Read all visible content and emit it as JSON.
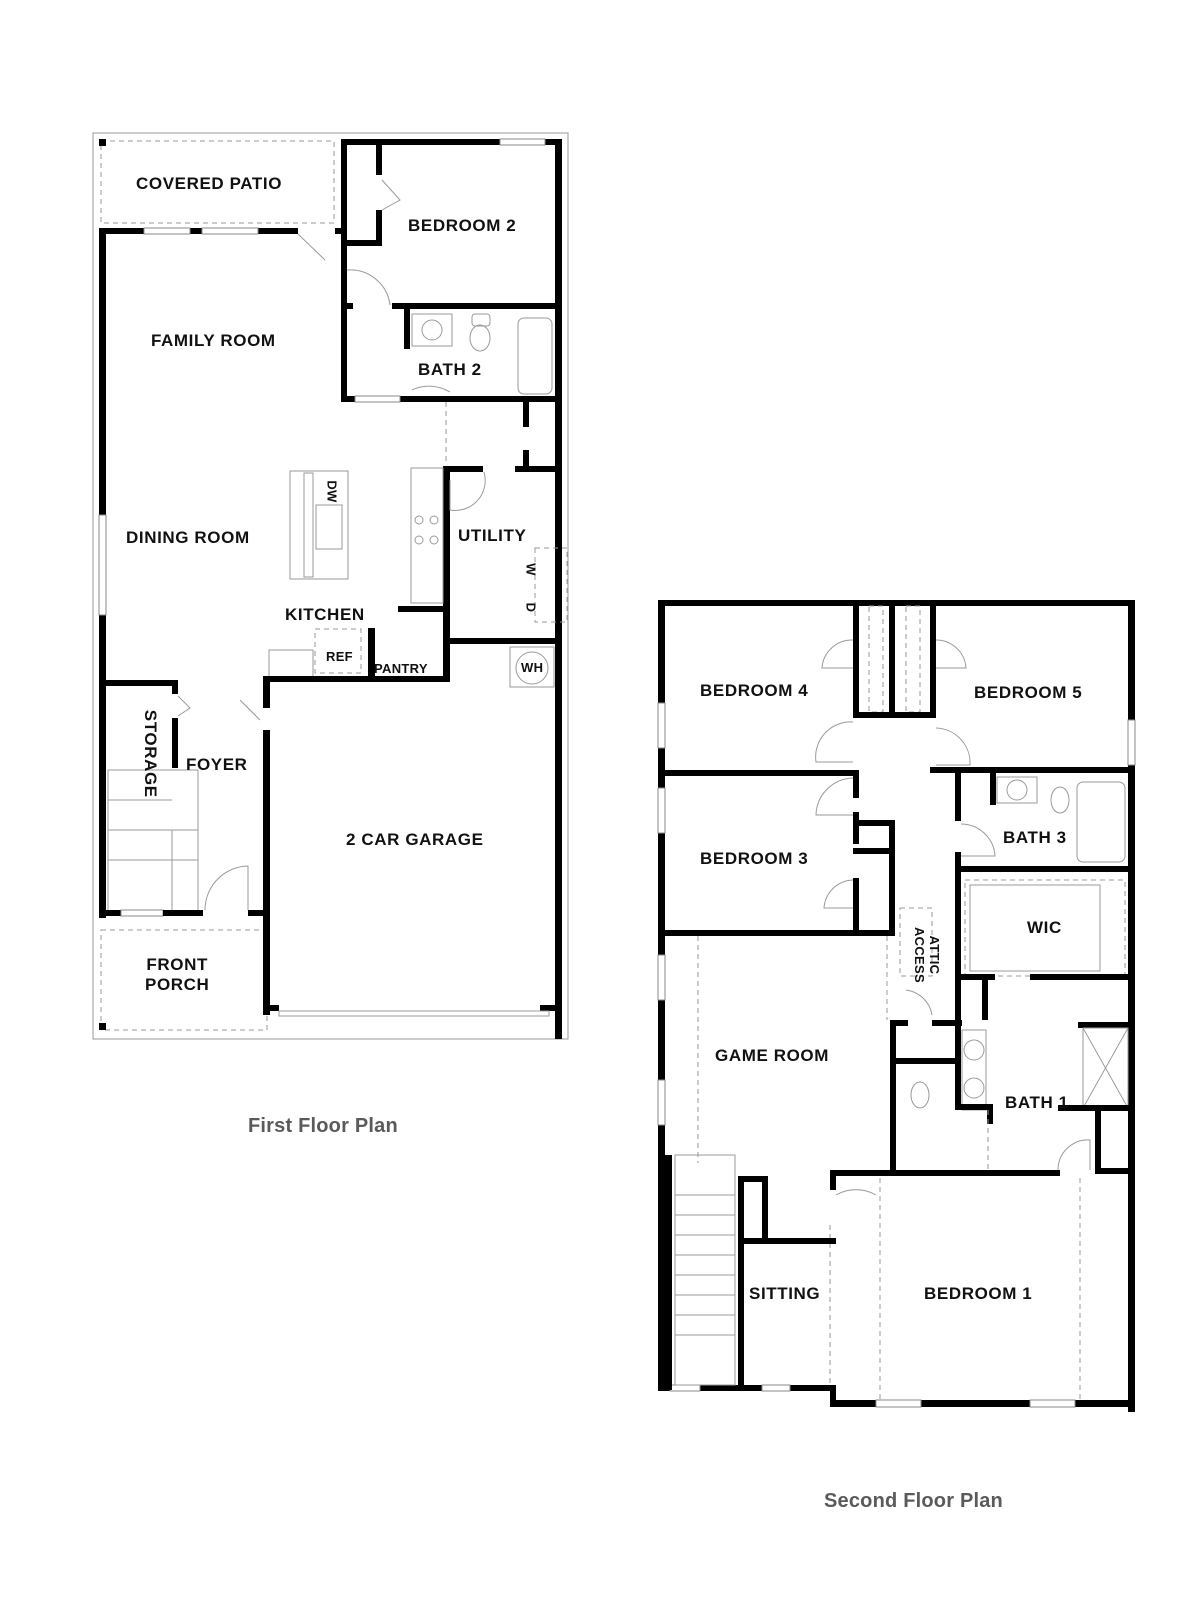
{
  "first_floor": {
    "title": "First Floor Plan",
    "rooms": {
      "covered_patio": "COVERED PATIO",
      "bedroom_2": "BEDROOM 2",
      "family_room": "FAMILY ROOM",
      "bath_2": "BATH 2",
      "dining_room": "DINING ROOM",
      "utility": "UTILITY",
      "kitchen": "KITCHEN",
      "pantry": "PANTRY",
      "storage": "STORAGE",
      "foyer": "FOYER",
      "garage": "2 CAR GARAGE",
      "front_porch_line1": "FRONT",
      "front_porch_line2": "PORCH"
    },
    "fixtures": {
      "dishwasher": "DW",
      "refrigerator": "REF",
      "washer": "W",
      "dryer": "D",
      "water_heater": "WH"
    }
  },
  "second_floor": {
    "title": "Second Floor Plan",
    "rooms": {
      "bedroom_4": "BEDROOM 4",
      "bedroom_5": "BEDROOM 5",
      "bedroom_3": "BEDROOM 3",
      "bath_3": "BATH 3",
      "wic": "WIC",
      "attic_access_line1": "ATTIC",
      "attic_access_line2": "ACCESS",
      "game_room": "GAME ROOM",
      "bath_1": "BATH 1",
      "sitting": "SITTING",
      "bedroom_1": "BEDROOM 1"
    }
  },
  "colors": {
    "wall": "#000000",
    "fixture_line": "#9a9a9a",
    "title_text": "#5a5a5a",
    "label_text": "#111111"
  }
}
